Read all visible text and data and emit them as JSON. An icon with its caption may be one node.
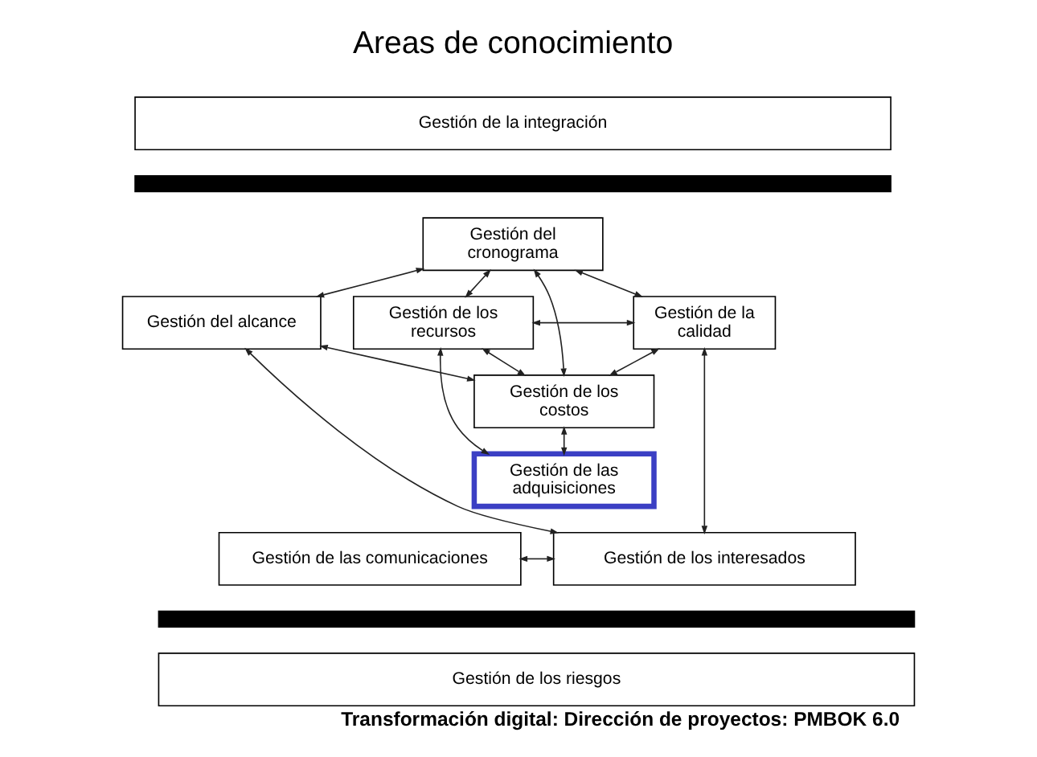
{
  "diagram": {
    "title": "Areas de conocimiento",
    "caption": "Transformación digital: Dirección de proyectos: PMBOK 6.0",
    "nodes": [
      {
        "text": [
          "Gestión de la integración"
        ]
      },
      {
        "text": [],
        "shape": "bar"
      },
      {
        "text": [
          "Gestión del cronograma"
        ]
      },
      {
        "text": [
          "Gestión del alcance"
        ]
      },
      {
        "text": [
          "Gestión de los recursos"
        ]
      },
      {
        "text": [
          "Gestión de la calidad"
        ]
      },
      {
        "text": [
          "Gestión de los costos"
        ]
      },
      {
        "text": [
          "Gestión de las adquisiciones"
        ]
      },
      {
        "text": [
          "Gestión de las comunicaciones"
        ]
      },
      {
        "text": [
          "Gestión de los interesados"
        ]
      },
      {
        "text": [],
        "shape": "bar"
      },
      {
        "text": [
          "Gestión de los riesgos"
        ]
      }
    ],
    "edges": [
      {
        "from": 2,
        "to": 3,
        "arrow": "both"
      },
      {
        "from": 3,
        "to": 6,
        "arrow": "both"
      },
      {
        "from": 2,
        "to": 6,
        "arrow": "both"
      },
      {
        "from": 2,
        "to": 5,
        "arrow": "both"
      },
      {
        "from": 2,
        "to": 4,
        "arrow": "both"
      },
      {
        "from": 4,
        "to": 5,
        "arrow": "both"
      },
      {
        "from": 4,
        "to": 6,
        "arrow": "both"
      },
      {
        "from": 4,
        "to": 7,
        "arrow": "both"
      },
      {
        "from": 5,
        "to": 6,
        "arrow": "both"
      },
      {
        "from": 6,
        "to": 7,
        "arrow": "both"
      },
      {
        "from": 3,
        "to": 9,
        "arrow": "both"
      },
      {
        "from": 5,
        "to": 9,
        "arrow": "both"
      },
      {
        "from": 8,
        "to": 9,
        "arrow": "both"
      }
    ]
  }
}
